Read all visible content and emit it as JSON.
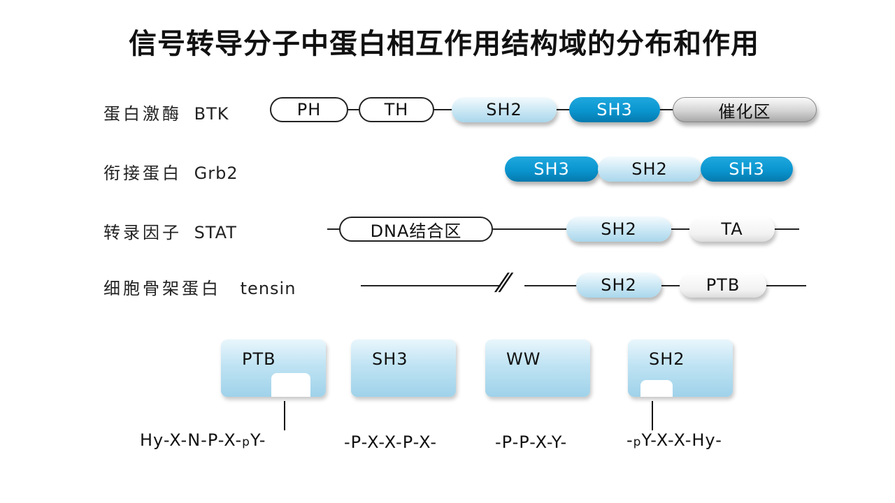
{
  "title": "信号转导分子中蛋白相互作用结构域的分布和作用",
  "rows": [
    {
      "label_cn": "蛋白激酶",
      "label_en": "BTK",
      "domains": [
        "PH",
        "TH",
        "SH2",
        "SH3",
        "催化区"
      ]
    },
    {
      "label_cn": "衔接蛋白",
      "label_en": "Grb2",
      "domains": [
        "SH3",
        "SH2",
        "SH3"
      ]
    },
    {
      "label_cn": "转录因子",
      "label_en": "STAT",
      "domains": [
        "DNA结合区",
        "SH2",
        "TA"
      ]
    },
    {
      "label_cn": "细胞骨架蛋白",
      "label_en": "tensin",
      "domains": [
        "SH2",
        "PTB"
      ]
    }
  ],
  "modules": [
    {
      "name": "PTB",
      "motif_parts": [
        "Hy-X-N-P-X-",
        "p",
        "Y-"
      ]
    },
    {
      "name": "SH3",
      "motif_parts": [
        "-P-X-X-P-X-"
      ]
    },
    {
      "name": "WW",
      "motif_parts": [
        "-P-P-X-Y-"
      ]
    },
    {
      "name": "SH2",
      "motif_parts": [
        "-",
        "p",
        "Y-X-X-Hy-"
      ]
    }
  ],
  "colors": {
    "light_domain": "#bfe3f3",
    "dark_domain": "#0a95cf",
    "catalytic_domain": "#cfcfcf",
    "module_fill": "#bfe3f3"
  }
}
